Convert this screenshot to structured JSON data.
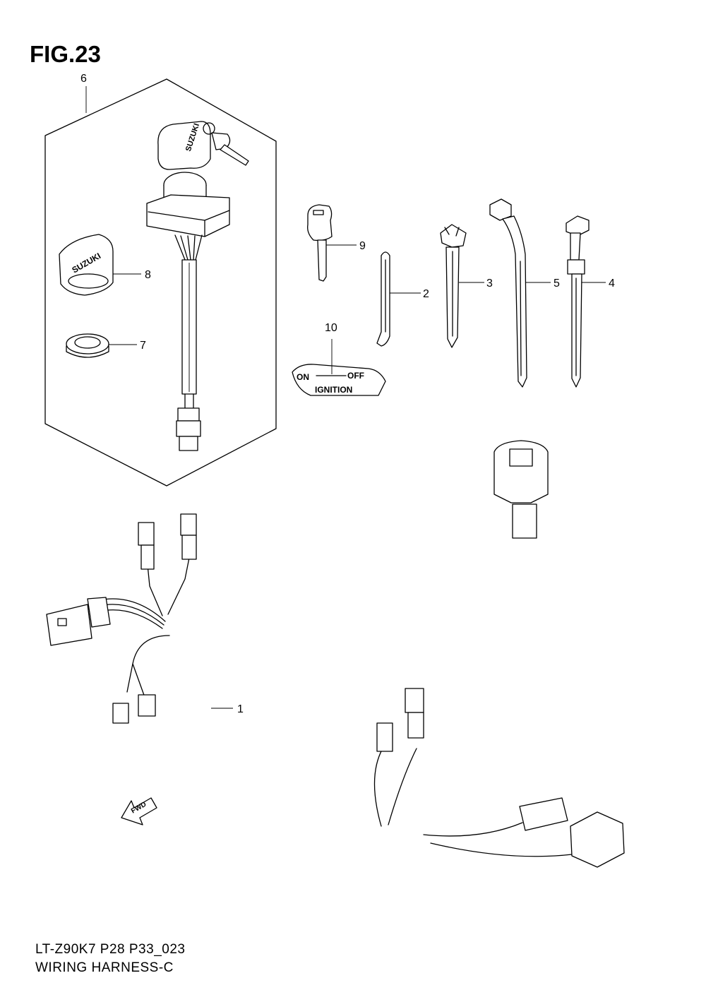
{
  "figure": {
    "title": "FIG.23",
    "model_code": "LT-Z90K7  P28  P33_023",
    "caption": "WIRING HARNESS-C"
  },
  "callouts": [
    "1",
    "2",
    "3",
    "4",
    "5",
    "6",
    "7",
    "8",
    "9",
    "10"
  ],
  "decals": {
    "brand": "SUZUKI",
    "ignition_on": "ON",
    "ignition_off": "OFF",
    "ignition_label": "IGNITION",
    "forward_arrow": "FWD"
  }
}
